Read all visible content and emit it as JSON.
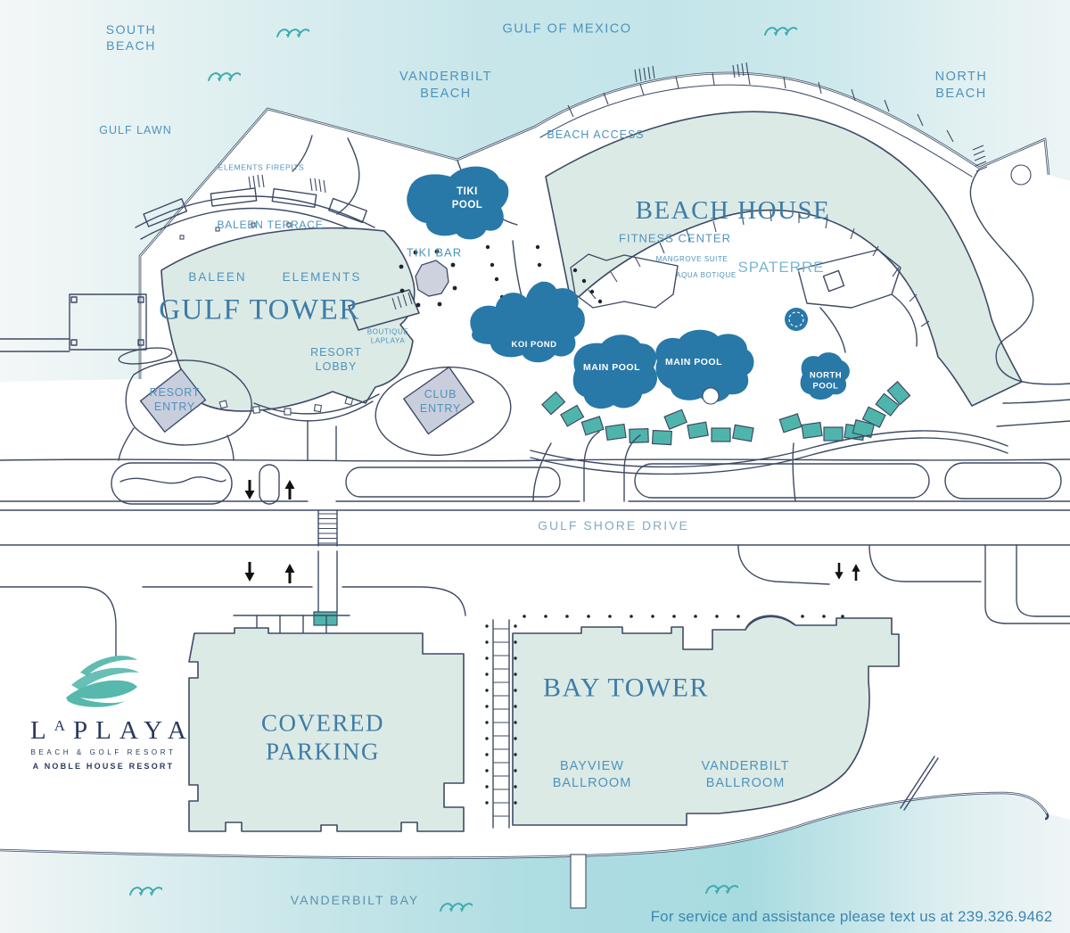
{
  "areas": {
    "south_beach": "SOUTH\nBEACH",
    "gulf_of_mexico": "GULF OF MEXICO",
    "vanderbilt_beach": "VANDERBILT\nBEACH",
    "north_beach": "NORTH\nBEACH",
    "gulf_lawn": "GULF LAWN",
    "beach_access": "BEACH ACCESS",
    "gulf_shore_drive": "GULF SHORE DRIVE",
    "vanderbilt_bay": "VANDERBILT BAY"
  },
  "buildings": {
    "beach_house": "BEACH HOUSE",
    "gulf_tower": "GULF TOWER",
    "bay_tower": "BAY TOWER",
    "covered_parking": "COVERED\nPARKING",
    "bayview_ballroom": "BAYVIEW\nBALLROOM",
    "vanderbilt_ballroom": "VANDERBILT\nBALLROOM",
    "fitness_center": "FITNESS CENTER",
    "mangrove_suite": "MANGROVE SUITE",
    "aqua_botique": "AQUA BOTIQUE",
    "spaterre": "SPATERRE",
    "baleen": "BALEEN",
    "elements": "ELEMENTS",
    "resort_lobby": "RESORT\nLOBBY",
    "boutique_laplaya": "BOUTIQUE\nLAPLAYA",
    "baleen_terrace": "BALEEN TERRACE",
    "elements_firepits": "ELEMENTS FIREPITS",
    "tiki_bar": "TIKI BAR"
  },
  "pools": {
    "tiki_pool": "TIKI\nPOOL",
    "koi_pond": "KOI POND",
    "main_pool_west": "MAIN POOL",
    "main_pool_east": "MAIN POOL",
    "north_pool": "NORTH\nPOOL"
  },
  "entries": {
    "resort_entry": "RESORT\nENTRY",
    "club_entry": "CLUB\nENTRY"
  },
  "logo": {
    "part1": "L",
    "part2": "A",
    "part3": "PLAYA",
    "tagline": "BEACH & GOLF RESORT",
    "noble": "A NOBLE HOUSE RESORT"
  },
  "footer": {
    "service_text": "For service and assistance please text us at 239.326.9462"
  },
  "colors": {
    "building_fill": "#DCEAE6",
    "building_outline": "#3E4A64",
    "pool_fill": "#2878A8",
    "cabana_fill": "#4FB5AC",
    "entry_fill": "#C9CEDD",
    "label_blue": "#4E93BC",
    "title_blue": "#3E7CA6",
    "wave_teal": "#3FABB0",
    "road_line": "#3E4A64",
    "logo_navy": "#2A3A5E",
    "logo_teal": "#57B8AD",
    "spaterre_blue": "#7AB6D2",
    "footer_blue": "#3E86B0",
    "street_blue": "#82ACC4",
    "bay_label_blue": "#5B90AD"
  }
}
